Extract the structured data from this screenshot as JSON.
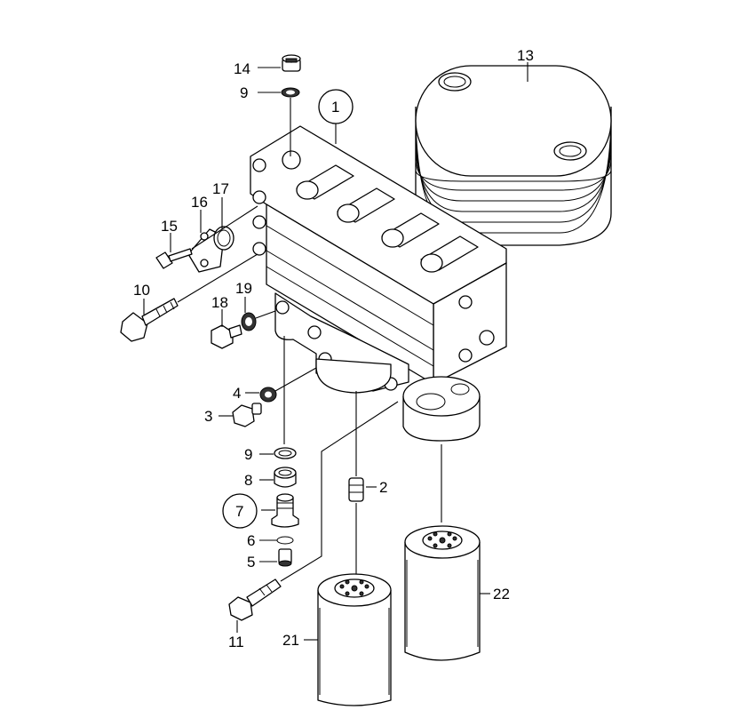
{
  "diagram": {
    "callouts": [
      {
        "id": "c14",
        "label": "14"
      },
      {
        "id": "c9a",
        "label": "9"
      },
      {
        "id": "c1",
        "label": "1",
        "circled": true
      },
      {
        "id": "c13",
        "label": "13"
      },
      {
        "id": "c17",
        "label": "17"
      },
      {
        "id": "c16",
        "label": "16"
      },
      {
        "id": "c15",
        "label": "15"
      },
      {
        "id": "c10",
        "label": "10"
      },
      {
        "id": "c19",
        "label": "19"
      },
      {
        "id": "c18",
        "label": "18"
      },
      {
        "id": "c4",
        "label": "4"
      },
      {
        "id": "c3",
        "label": "3"
      },
      {
        "id": "c9b",
        "label": "9"
      },
      {
        "id": "c8",
        "label": "8"
      },
      {
        "id": "c2",
        "label": "2"
      },
      {
        "id": "c7",
        "label": "7",
        "circled": true
      },
      {
        "id": "c6",
        "label": "6"
      },
      {
        "id": "c5",
        "label": "5"
      },
      {
        "id": "c22",
        "label": "22"
      },
      {
        "id": "c11",
        "label": "11"
      },
      {
        "id": "c21",
        "label": "21"
      }
    ]
  }
}
